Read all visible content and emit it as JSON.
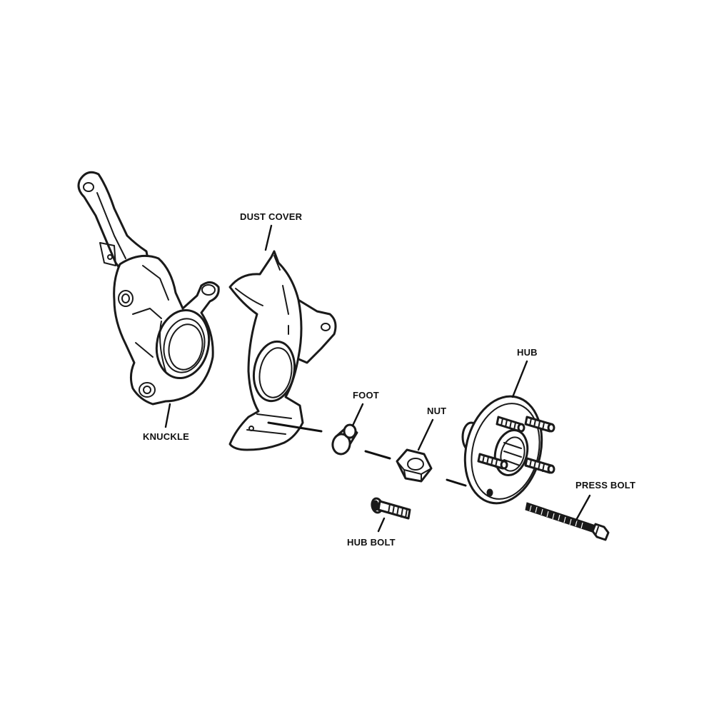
{
  "labels": {
    "knuckle": "KNUCKLE",
    "dust_cover": "DUST COVER",
    "foot": "FOOT",
    "nut": "NUT",
    "hub": "HUB",
    "press_bolt": "PRESS BOLT",
    "hub_bolt": "HUB BOLT"
  },
  "colors": {
    "ink": "#1a1a1a",
    "background": "#ffffff"
  }
}
